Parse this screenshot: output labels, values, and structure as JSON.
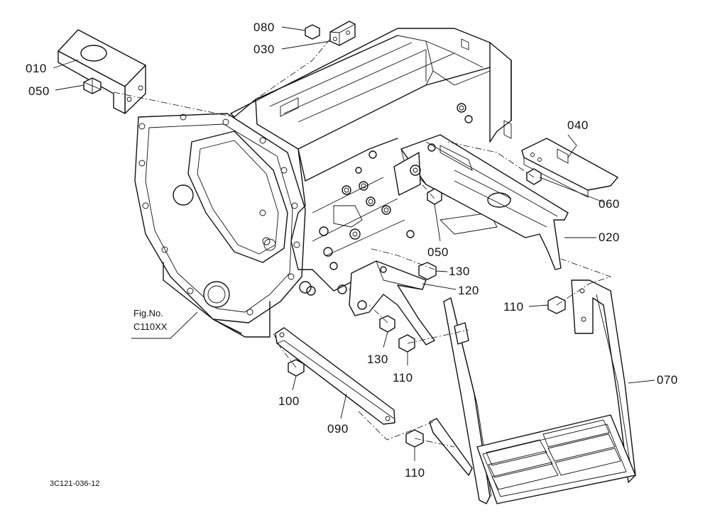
{
  "diagram": {
    "callouts": [
      {
        "id": "c010",
        "text": "010"
      },
      {
        "id": "c050a",
        "text": "050"
      },
      {
        "id": "c080",
        "text": "080"
      },
      {
        "id": "c030",
        "text": "030"
      },
      {
        "id": "c040",
        "text": "040"
      },
      {
        "id": "c060",
        "text": "060"
      },
      {
        "id": "c050b",
        "text": "050"
      },
      {
        "id": "c020",
        "text": "020"
      },
      {
        "id": "c130a",
        "text": "130"
      },
      {
        "id": "c120",
        "text": "120"
      },
      {
        "id": "c110a",
        "text": "110"
      },
      {
        "id": "c130b",
        "text": "130"
      },
      {
        "id": "c110b",
        "text": "110"
      },
      {
        "id": "c070",
        "text": "070"
      },
      {
        "id": "c100",
        "text": "100"
      },
      {
        "id": "c090",
        "text": "090"
      },
      {
        "id": "c110c",
        "text": "110"
      }
    ],
    "fig_ref": {
      "line1": "Fig.No.",
      "line2": "C110XX"
    },
    "drawing_code": "3C121-036-12",
    "colors": {
      "ink": "#111111",
      "paper": "#ffffff"
    }
  }
}
